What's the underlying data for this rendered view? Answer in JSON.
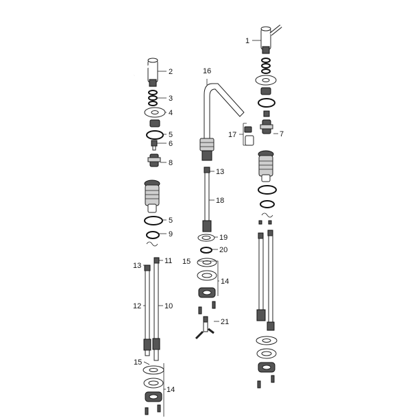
{
  "callouts": {
    "c1": "1",
    "c2": "2",
    "c3": "3",
    "c4": "4",
    "c5a": "5",
    "c6": "6",
    "c7": "7",
    "c8": "8",
    "c5b": "5",
    "c9": "9",
    "c11": "11",
    "c13a": "13",
    "c12": "12",
    "c10": "10",
    "c15a": "15",
    "c14a": "14",
    "c16": "16",
    "c17": "17",
    "c13b": "13",
    "c18": "18",
    "c19": "19",
    "c20": "20",
    "c15b": "15",
    "c14b": "14",
    "c21": "21"
  }
}
